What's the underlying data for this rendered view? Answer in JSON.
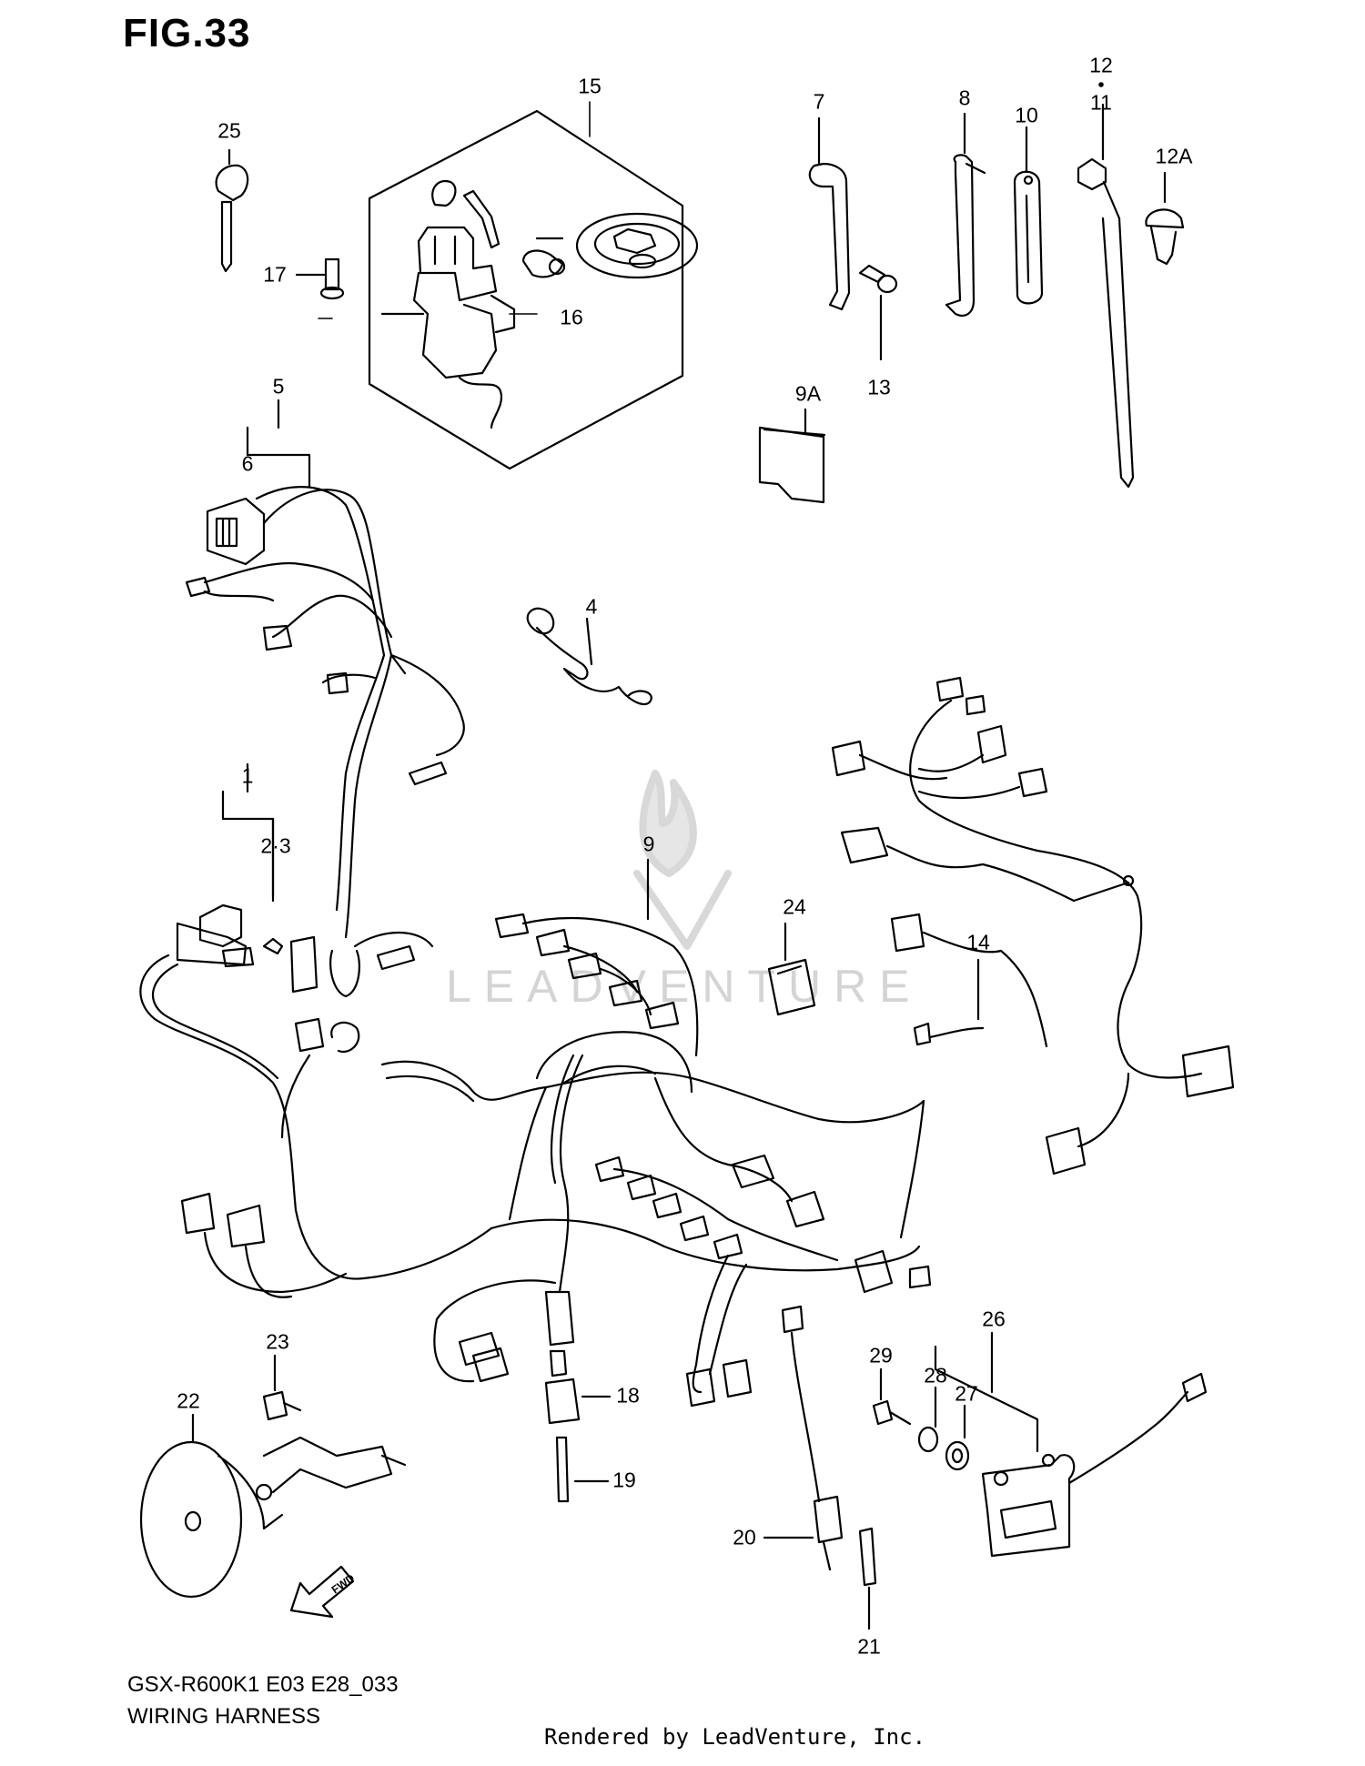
{
  "figure": {
    "title": "FIG.33",
    "model_code": "GSX-R600K1 E03 E28_033",
    "caption": "WIRING HARNESS",
    "rendered_by": "Rendered by LeadVenture, Inc.",
    "watermark": "LEADVENTURE",
    "fwd_label": "FWD"
  },
  "callouts": [
    {
      "id": "c25",
      "label": "25"
    },
    {
      "id": "c15",
      "label": "15"
    },
    {
      "id": "c17",
      "label": "17"
    },
    {
      "id": "c16",
      "label": "16"
    },
    {
      "id": "c7",
      "label": "7"
    },
    {
      "id": "c8",
      "label": "8"
    },
    {
      "id": "c10",
      "label": "10"
    },
    {
      "id": "c12",
      "label": "12"
    },
    {
      "id": "c11",
      "label": "11"
    },
    {
      "id": "c12A",
      "label": "12A"
    },
    {
      "id": "c13",
      "label": "13"
    },
    {
      "id": "c9A",
      "label": "9A"
    },
    {
      "id": "c5",
      "label": "5"
    },
    {
      "id": "c6",
      "label": "6"
    },
    {
      "id": "c4",
      "label": "4"
    },
    {
      "id": "c1",
      "label": "1"
    },
    {
      "id": "c23b",
      "label": "2·3"
    },
    {
      "id": "c9",
      "label": "9"
    },
    {
      "id": "c24",
      "label": "24"
    },
    {
      "id": "c14",
      "label": "14"
    },
    {
      "id": "c23",
      "label": "23"
    },
    {
      "id": "c22",
      "label": "22"
    },
    {
      "id": "c18",
      "label": "18"
    },
    {
      "id": "c19",
      "label": "19"
    },
    {
      "id": "c29",
      "label": "29"
    },
    {
      "id": "c26",
      "label": "26"
    },
    {
      "id": "c28",
      "label": "28"
    },
    {
      "id": "c27",
      "label": "27"
    },
    {
      "id": "c20",
      "label": "20"
    },
    {
      "id": "c21",
      "label": "21"
    }
  ]
}
